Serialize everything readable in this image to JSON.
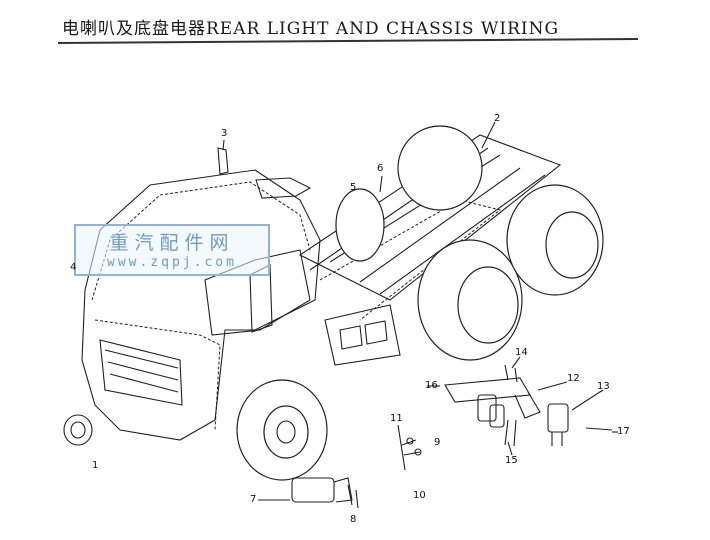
{
  "title": "电喇叭及底盘电器REAR LIGHT AND CHASSIS WIRING",
  "watermark": {
    "line1": "重汽配件网",
    "line2": "www.zqpj.com"
  },
  "callouts": [
    "1",
    "2",
    "3",
    "4",
    "5",
    "6",
    "7",
    "8",
    "9",
    "10",
    "11",
    "12",
    "13",
    "14",
    "15",
    "16",
    "17"
  ]
}
